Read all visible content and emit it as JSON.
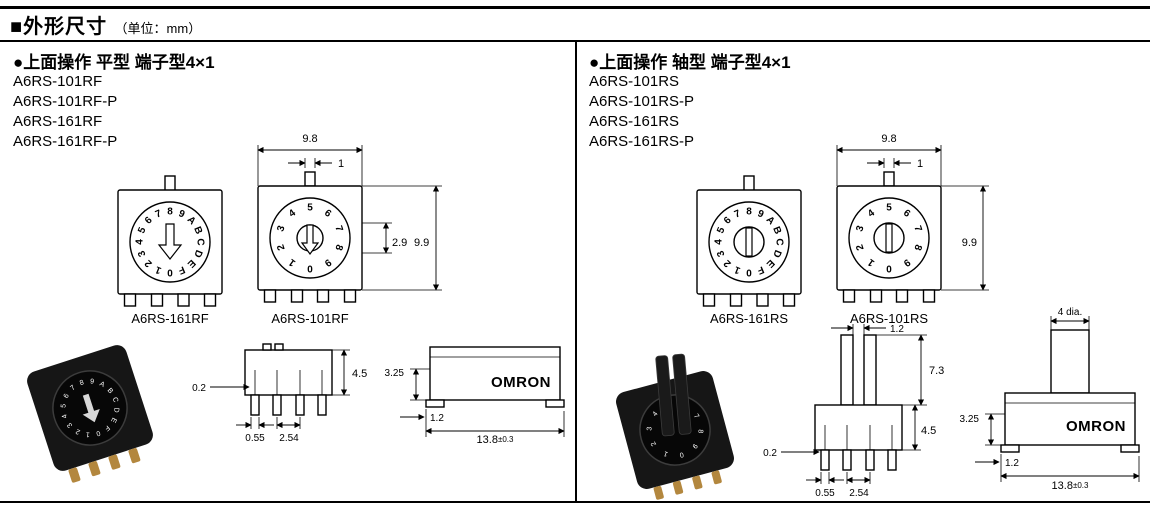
{
  "page": {
    "title": "■外形尺寸",
    "unit": "（单位：mm）"
  },
  "left": {
    "header": "●上面操作 平型 端子型4×1",
    "models": [
      "A6RS-101RF",
      "A6RS-101RF-P",
      "A6RS-161RF",
      "A6RS-161RF-P"
    ],
    "drawings": {
      "hex_label": "A6RS-161RF",
      "dec_label": "A6RS-101RF",
      "dial_hex": "0123456789ABCDEF",
      "dial_dec": "0123456789",
      "dim_width": "9.8",
      "dim_tab_offset": "1",
      "dim_slot": "2.9",
      "dim_height": "9.9"
    },
    "side_view": {
      "dim_pin_thickness": "0.2",
      "dim_body_height": "4.5",
      "dim_pin_width": "0.55",
      "dim_pin_pitch": "2.54"
    },
    "end_view": {
      "dim_seating": "3.25",
      "brand": "OMRON",
      "dim_foot": "1.2",
      "dim_total_width": "13.8",
      "dim_total_width_tol": "±0.3"
    }
  },
  "right": {
    "header": "●上面操作 轴型 端子型4×1",
    "models": [
      "A6RS-101RS",
      "A6RS-101RS-P",
      "A6RS-161RS",
      "A6RS-161RS-P"
    ],
    "drawings": {
      "hex_label": "A6RS-161RS",
      "dec_label": "A6RS-101RS",
      "dial_hex": "0123456789ABCDEF",
      "dial_dec": "0123456789",
      "dim_width": "9.8",
      "dim_tab_offset": "1",
      "dim_height": "9.9"
    },
    "shaft_view": {
      "dim_slot_width": "1.2",
      "dim_shaft_height": "7.3",
      "dim_shaft_dia": "4 dia."
    },
    "side_view": {
      "dim_pin_thickness": "0.2",
      "dim_body_height": "4.5",
      "dim_pin_width": "0.55",
      "dim_pin_pitch": "2.54"
    },
    "end_view": {
      "dim_seating": "3.25",
      "brand": "OMRON",
      "dim_foot": "1.2",
      "dim_total_width": "13.8",
      "dim_total_width_tol": "±0.3"
    }
  }
}
